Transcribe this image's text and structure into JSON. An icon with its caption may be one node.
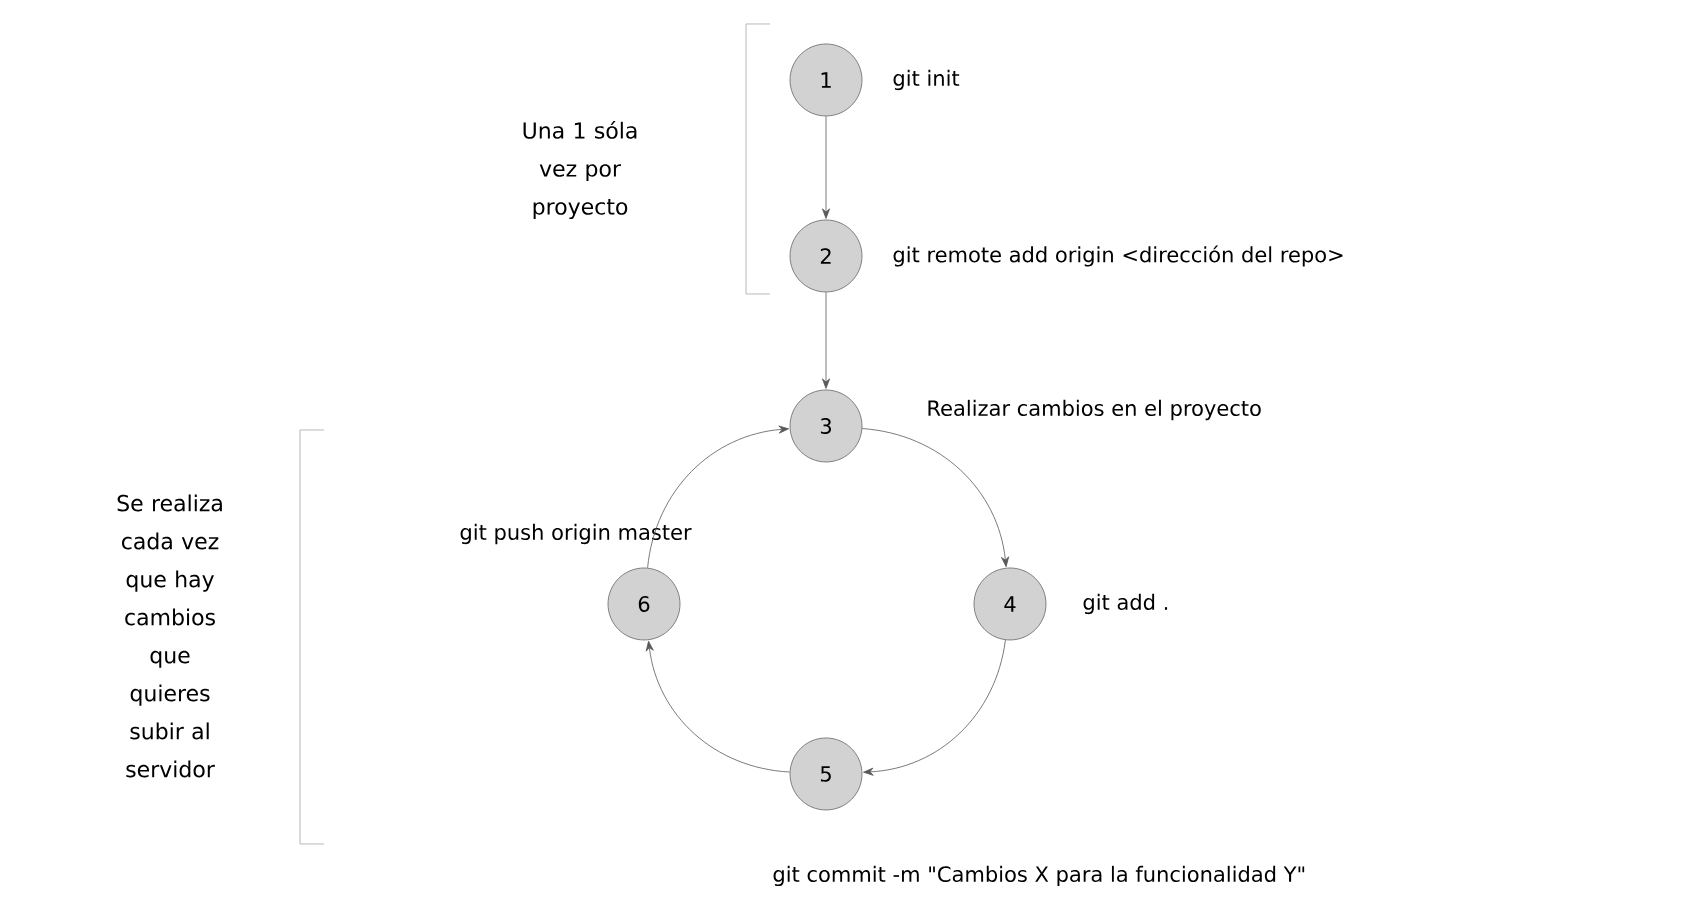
{
  "diagram": {
    "nodes": [
      {
        "text": [
          "1"
        ],
        "beside": [
          "git init"
        ]
      },
      {
        "text": [
          "2"
        ],
        "beside": [
          "git remote add origin <dirección del repo>"
        ]
      },
      {
        "text": [
          "3"
        ],
        "beside": [
          "Realizar cambios en el proyecto"
        ]
      },
      {
        "text": [
          "4"
        ],
        "beside": [
          "git add ."
        ]
      },
      {
        "text": [
          "5"
        ],
        "beside": [
          "git commit -m \"Cambios X para la funcionalidad Y\""
        ]
      },
      {
        "text": [
          "6"
        ],
        "beside": [
          "git push origin master"
        ]
      }
    ],
    "edges": [
      {
        "from": 0,
        "to": 1,
        "arrow": "to"
      },
      {
        "from": 1,
        "to": 2,
        "arrow": "to"
      },
      {
        "from": 2,
        "to": 3,
        "arrow": "to"
      },
      {
        "from": 3,
        "to": 4,
        "arrow": "to"
      },
      {
        "from": 4,
        "to": 5,
        "arrow": "to"
      },
      {
        "from": 5,
        "to": 2,
        "arrow": "to"
      }
    ],
    "labels": [
      "Una 1 sóla vez por proyecto",
      "Se realiza cada vez que hay cambios que quieres subir al servidor"
    ]
  }
}
